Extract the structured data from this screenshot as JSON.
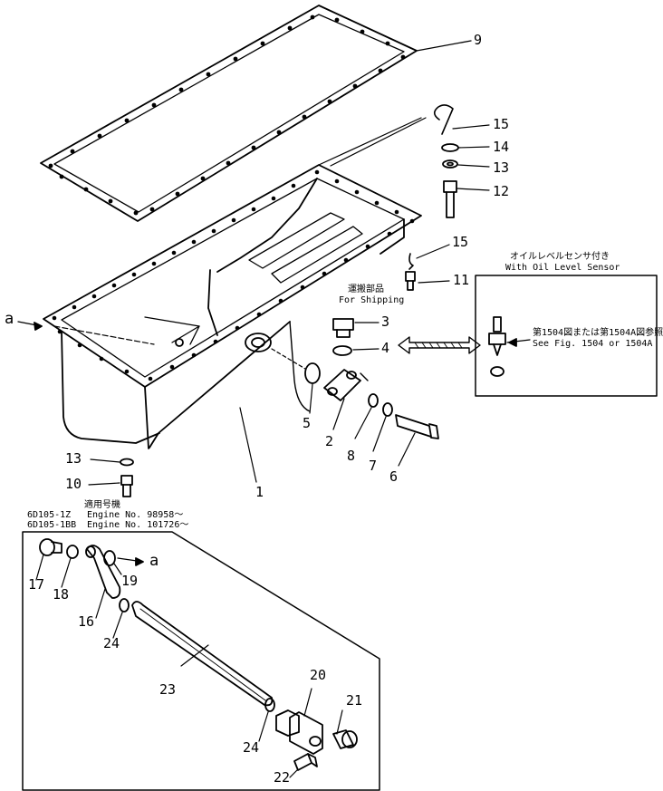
{
  "callouts": {
    "c1": "1",
    "c2": "2",
    "c3": "3",
    "c4": "4",
    "c5": "5",
    "c6": "6",
    "c7": "7",
    "c8": "8",
    "c9": "9",
    "c10": "10",
    "c11": "11",
    "c12": "12",
    "c13a": "13",
    "c13b": "13",
    "c14": "14",
    "c15a": "15",
    "c15b": "15",
    "c16": "16",
    "c17": "17",
    "c18": "18",
    "c19": "19",
    "c20": "20",
    "c21": "21",
    "c22": "22",
    "c23": "23",
    "c24a": "24",
    "c24b": "24",
    "a1": "a",
    "a2": "a"
  },
  "shipping": {
    "jp": "運搬部品",
    "en": "For Shipping"
  },
  "sensor_box": {
    "title_jp": "オイルレベルセンサ付き",
    "title_en": "With Oil Level Sensor",
    "ref_jp": "第1504図または第1504A図参照",
    "ref_en": "See Fig. 1504 or 1504A"
  },
  "applicability": {
    "header": "適用号機",
    "row1_model": "6D105-1Z",
    "row1_label": "Engine No. 98958～",
    "row2_model": "6D105-1BB",
    "row2_label": "Engine No. 101726～"
  }
}
